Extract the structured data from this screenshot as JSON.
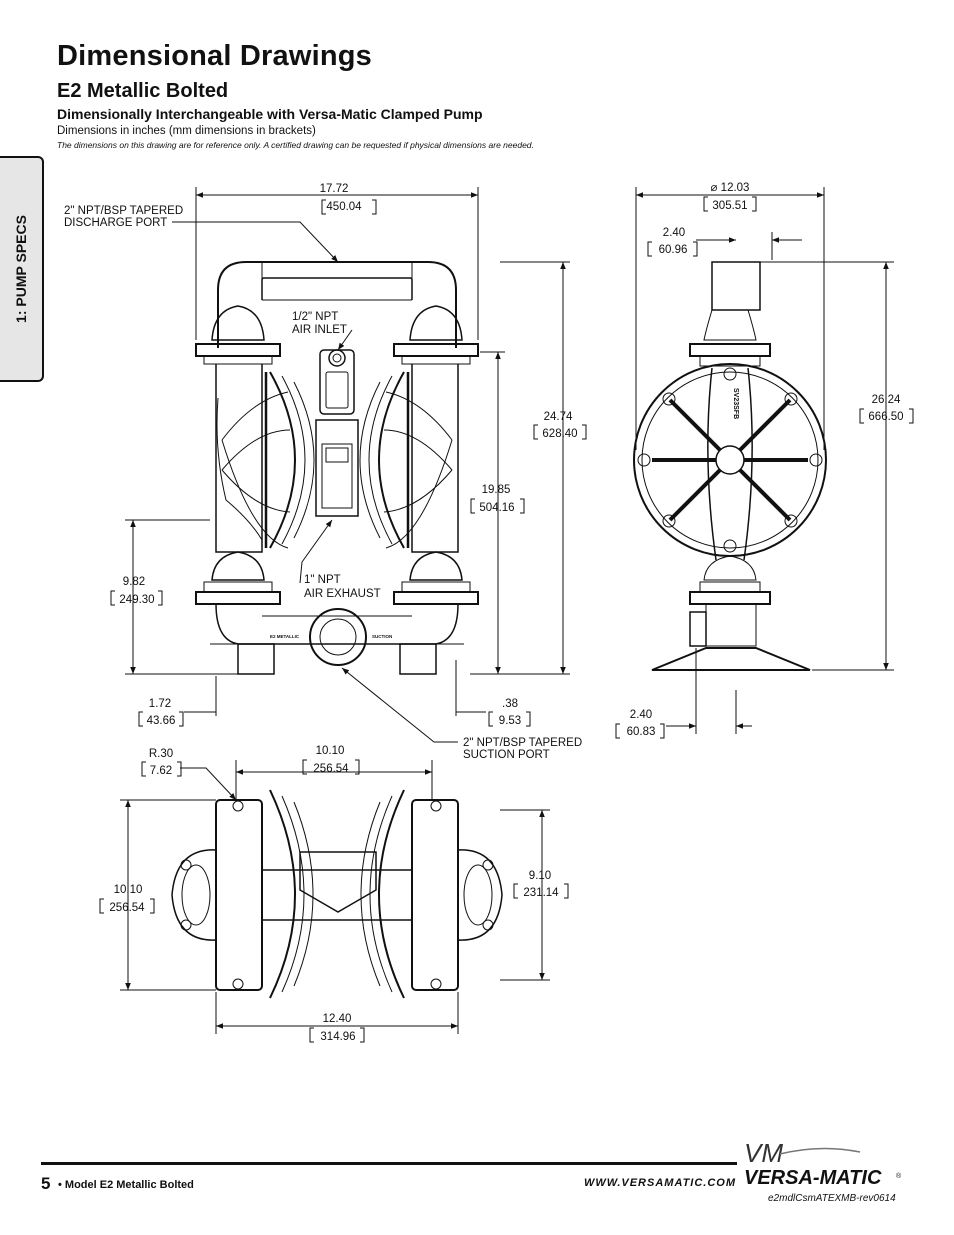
{
  "header": {
    "title": "Dimensional Drawings",
    "subtitle": "E2 Metallic Bolted",
    "subheading": "Dimensionally Interchangeable with Versa-Matic Clamped Pump",
    "note": "Dimensions in inches (mm dimensions in brackets)",
    "disclaimer": "The dimensions on this drawing are for reference only.  A certified drawing can be requested if physical dimensions are needed."
  },
  "side_tab": {
    "label": "1: PUMP SPECS"
  },
  "front_view": {
    "discharge_label_1": "2\" NPT/BSP TAPERED",
    "discharge_label_2": "DISCHARGE PORT",
    "width_in": "17.72",
    "width_mm": "450.04",
    "air_inlet_1": "1/2\" NPT",
    "air_inlet_2": "AIR INLET",
    "h1_in": "24.74",
    "h1_mm": "628.40",
    "h2_in": "19.85",
    "h2_mm": "504.16",
    "h3_in": "9.82",
    "h3_mm": "249.30",
    "exhaust_1": "1\" NPT",
    "exhaust_2": "AIR EXHAUST",
    "foot_in": "1.72",
    "foot_mm": "43.66",
    "offset_in": ".38",
    "offset_mm": "9.53",
    "suction_1": "2\" NPT/BSP TAPERED",
    "suction_2": "SUCTION PORT",
    "plate_left": "E2 METALLIC",
    "plate_right": "SUCTION"
  },
  "side_view": {
    "dia_in": "12.03",
    "dia_mm": "305.51",
    "top_in": "2.40",
    "top_mm": "60.96",
    "height_in": "26.24",
    "height_mm": "666.50",
    "base_in": "2.40",
    "base_mm": "60.83",
    "casting_mark": "SV23SFB"
  },
  "top_view": {
    "radius_in": "R.30",
    "radius_mm": "7.62",
    "span_in": "10.10",
    "span_mm": "256.54",
    "left_h_in": "10.10",
    "left_h_mm": "256.54",
    "right_h_in": "9.10",
    "right_h_mm": "231.14",
    "bottom_in": "12.40",
    "bottom_mm": "314.96"
  },
  "footer": {
    "page_number": "5",
    "model": "• Model E2 Metallic Bolted",
    "url": "WWW.VERSAMATIC.COM",
    "brand": "VERSA-MATIC",
    "monogram": "VM",
    "rev_code": "e2mdlCsmATEXMB-rev0614"
  }
}
